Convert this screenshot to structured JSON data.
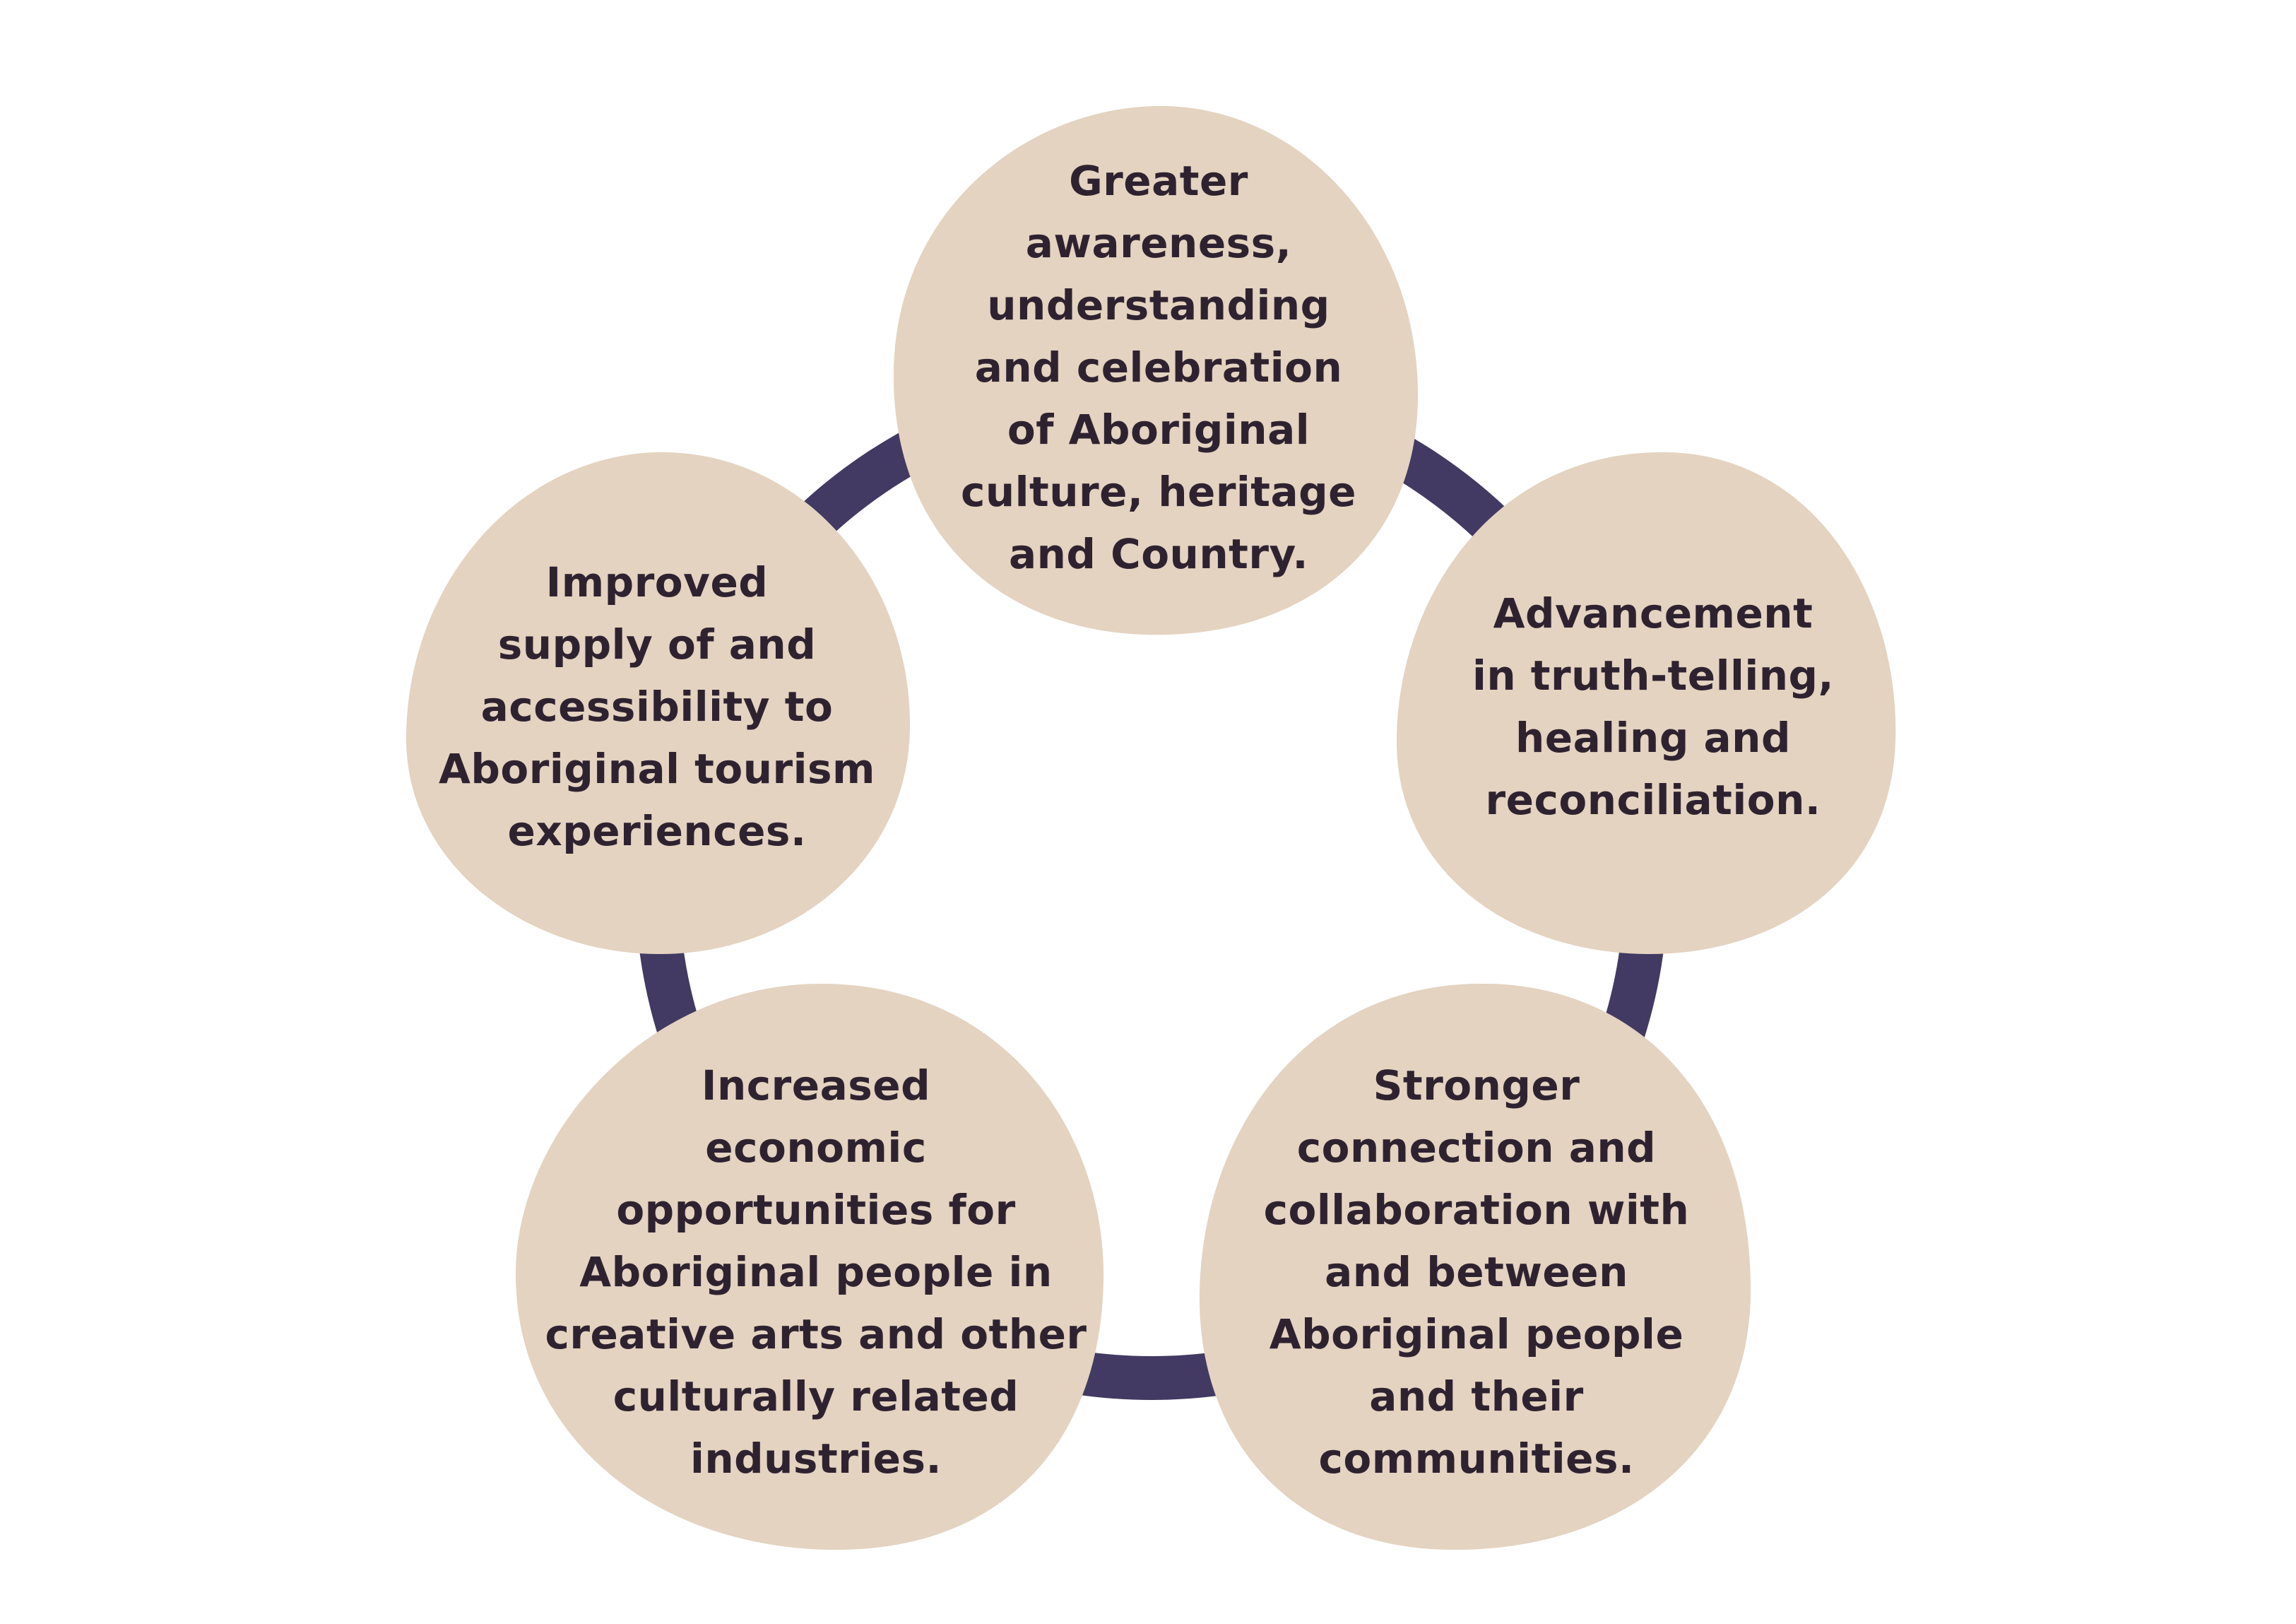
{
  "colors": {
    "ring": "#423a62",
    "blob": "#e3d3c0",
    "text": "#2f2230",
    "background": "#ffffff"
  },
  "nodes": [
    {
      "id": "top",
      "lines": [
        "Greater",
        "awareness,",
        "understanding",
        "and celebration",
        "of Aboriginal",
        "culture, heritage",
        "and Country."
      ]
    },
    {
      "id": "right",
      "lines": [
        "Advancement",
        "in truth-telling,",
        "healing and",
        "reconciliation."
      ]
    },
    {
      "id": "bottom-right",
      "lines": [
        "Stronger",
        "connection and",
        "collaboration with",
        "and between",
        "Aboriginal people",
        "and their",
        "communities."
      ]
    },
    {
      "id": "bottom-left",
      "lines": [
        "Increased",
        "economic",
        "opportunities for",
        "Aboriginal people in",
        "creative arts and other",
        "culturally related",
        "industries."
      ]
    },
    {
      "id": "left",
      "lines": [
        "Improved",
        "supply of and",
        "accessibility to",
        "Aboriginal tourism",
        "experiences."
      ]
    }
  ]
}
